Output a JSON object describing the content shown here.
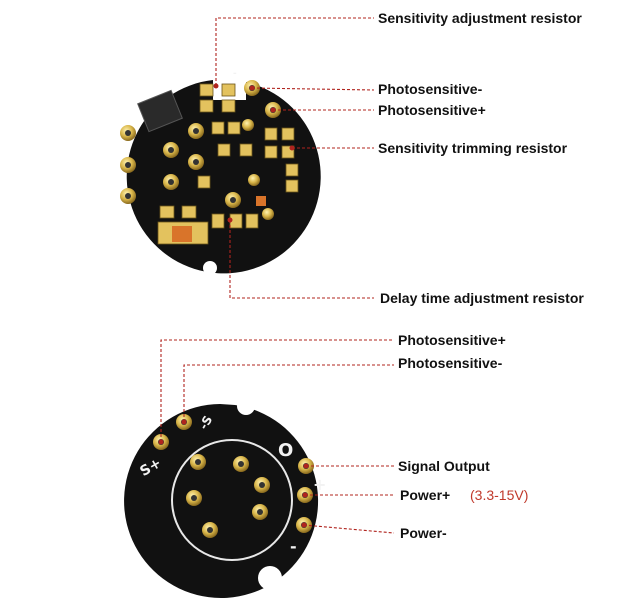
{
  "labels": {
    "sensitivity_adjustment_resistor": "Sensitivity adjustment resistor",
    "photosensitive_minus_top": "Photosensitive-",
    "photosensitive_plus_top": "Photosensitive+",
    "sensitivity_trimming_resistor": "Sensitivity trimming resistor",
    "delay_time_adjustment_resistor": "Delay time adjustment resistor",
    "photosensitive_plus_bottom": "Photosensitive+",
    "photosensitive_minus_bottom": "Photosensitive-",
    "signal_output": "Signal Output",
    "power_plus": "Power+",
    "power_plus_range": "(3.3-15V)",
    "power_minus": "Power-"
  },
  "silkscreen": {
    "s_plus": "S+",
    "s_minus": "-S",
    "circle_mark": "O",
    "plus_mark": "+",
    "minus_mark": "-"
  },
  "colors": {
    "board": "#111111",
    "pad": "#d9b64a",
    "smd": "#e3c25e",
    "leader": "#b0241e",
    "range_text": "#c0392b"
  }
}
